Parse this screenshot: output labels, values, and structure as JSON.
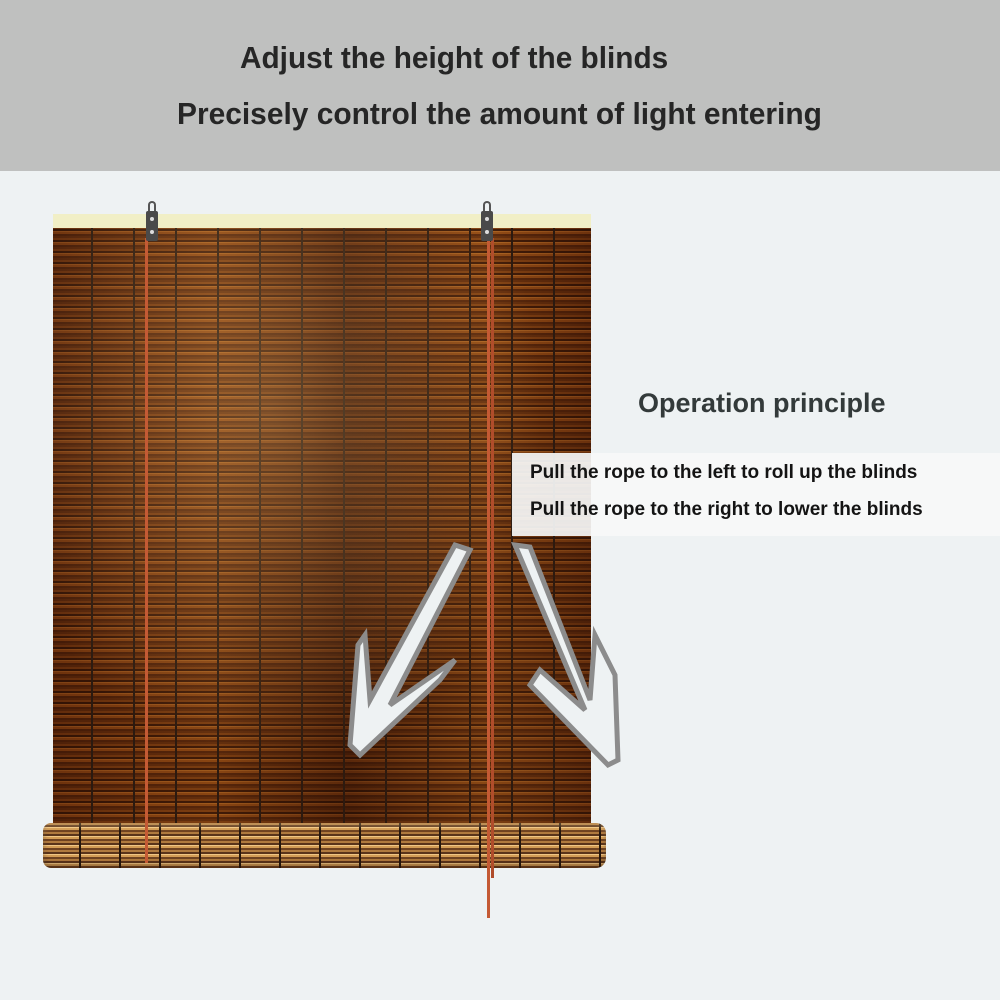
{
  "header": {
    "line1": "Adjust the height of the blinds",
    "line2": "Precisely control the amount of light entering",
    "background_color": "#bfc0bf"
  },
  "operation": {
    "title": "Operation principle",
    "instructions": [
      "Pull the rope to the left to roll up the blinds",
      "Pull the rope to the right to lower the blinds"
    ]
  },
  "product": {
    "name": "reed-roll-up-blind",
    "colors": {
      "reed_light": "#e3b36d",
      "reed_dark": "#5a341a",
      "rope": "#c45a34",
      "headrail": "#f1efc6",
      "page_background": "#eef2f3"
    }
  },
  "icons": {
    "arrow_left": "arrow-down-left-icon",
    "arrow_right": "arrow-down-right-icon"
  }
}
